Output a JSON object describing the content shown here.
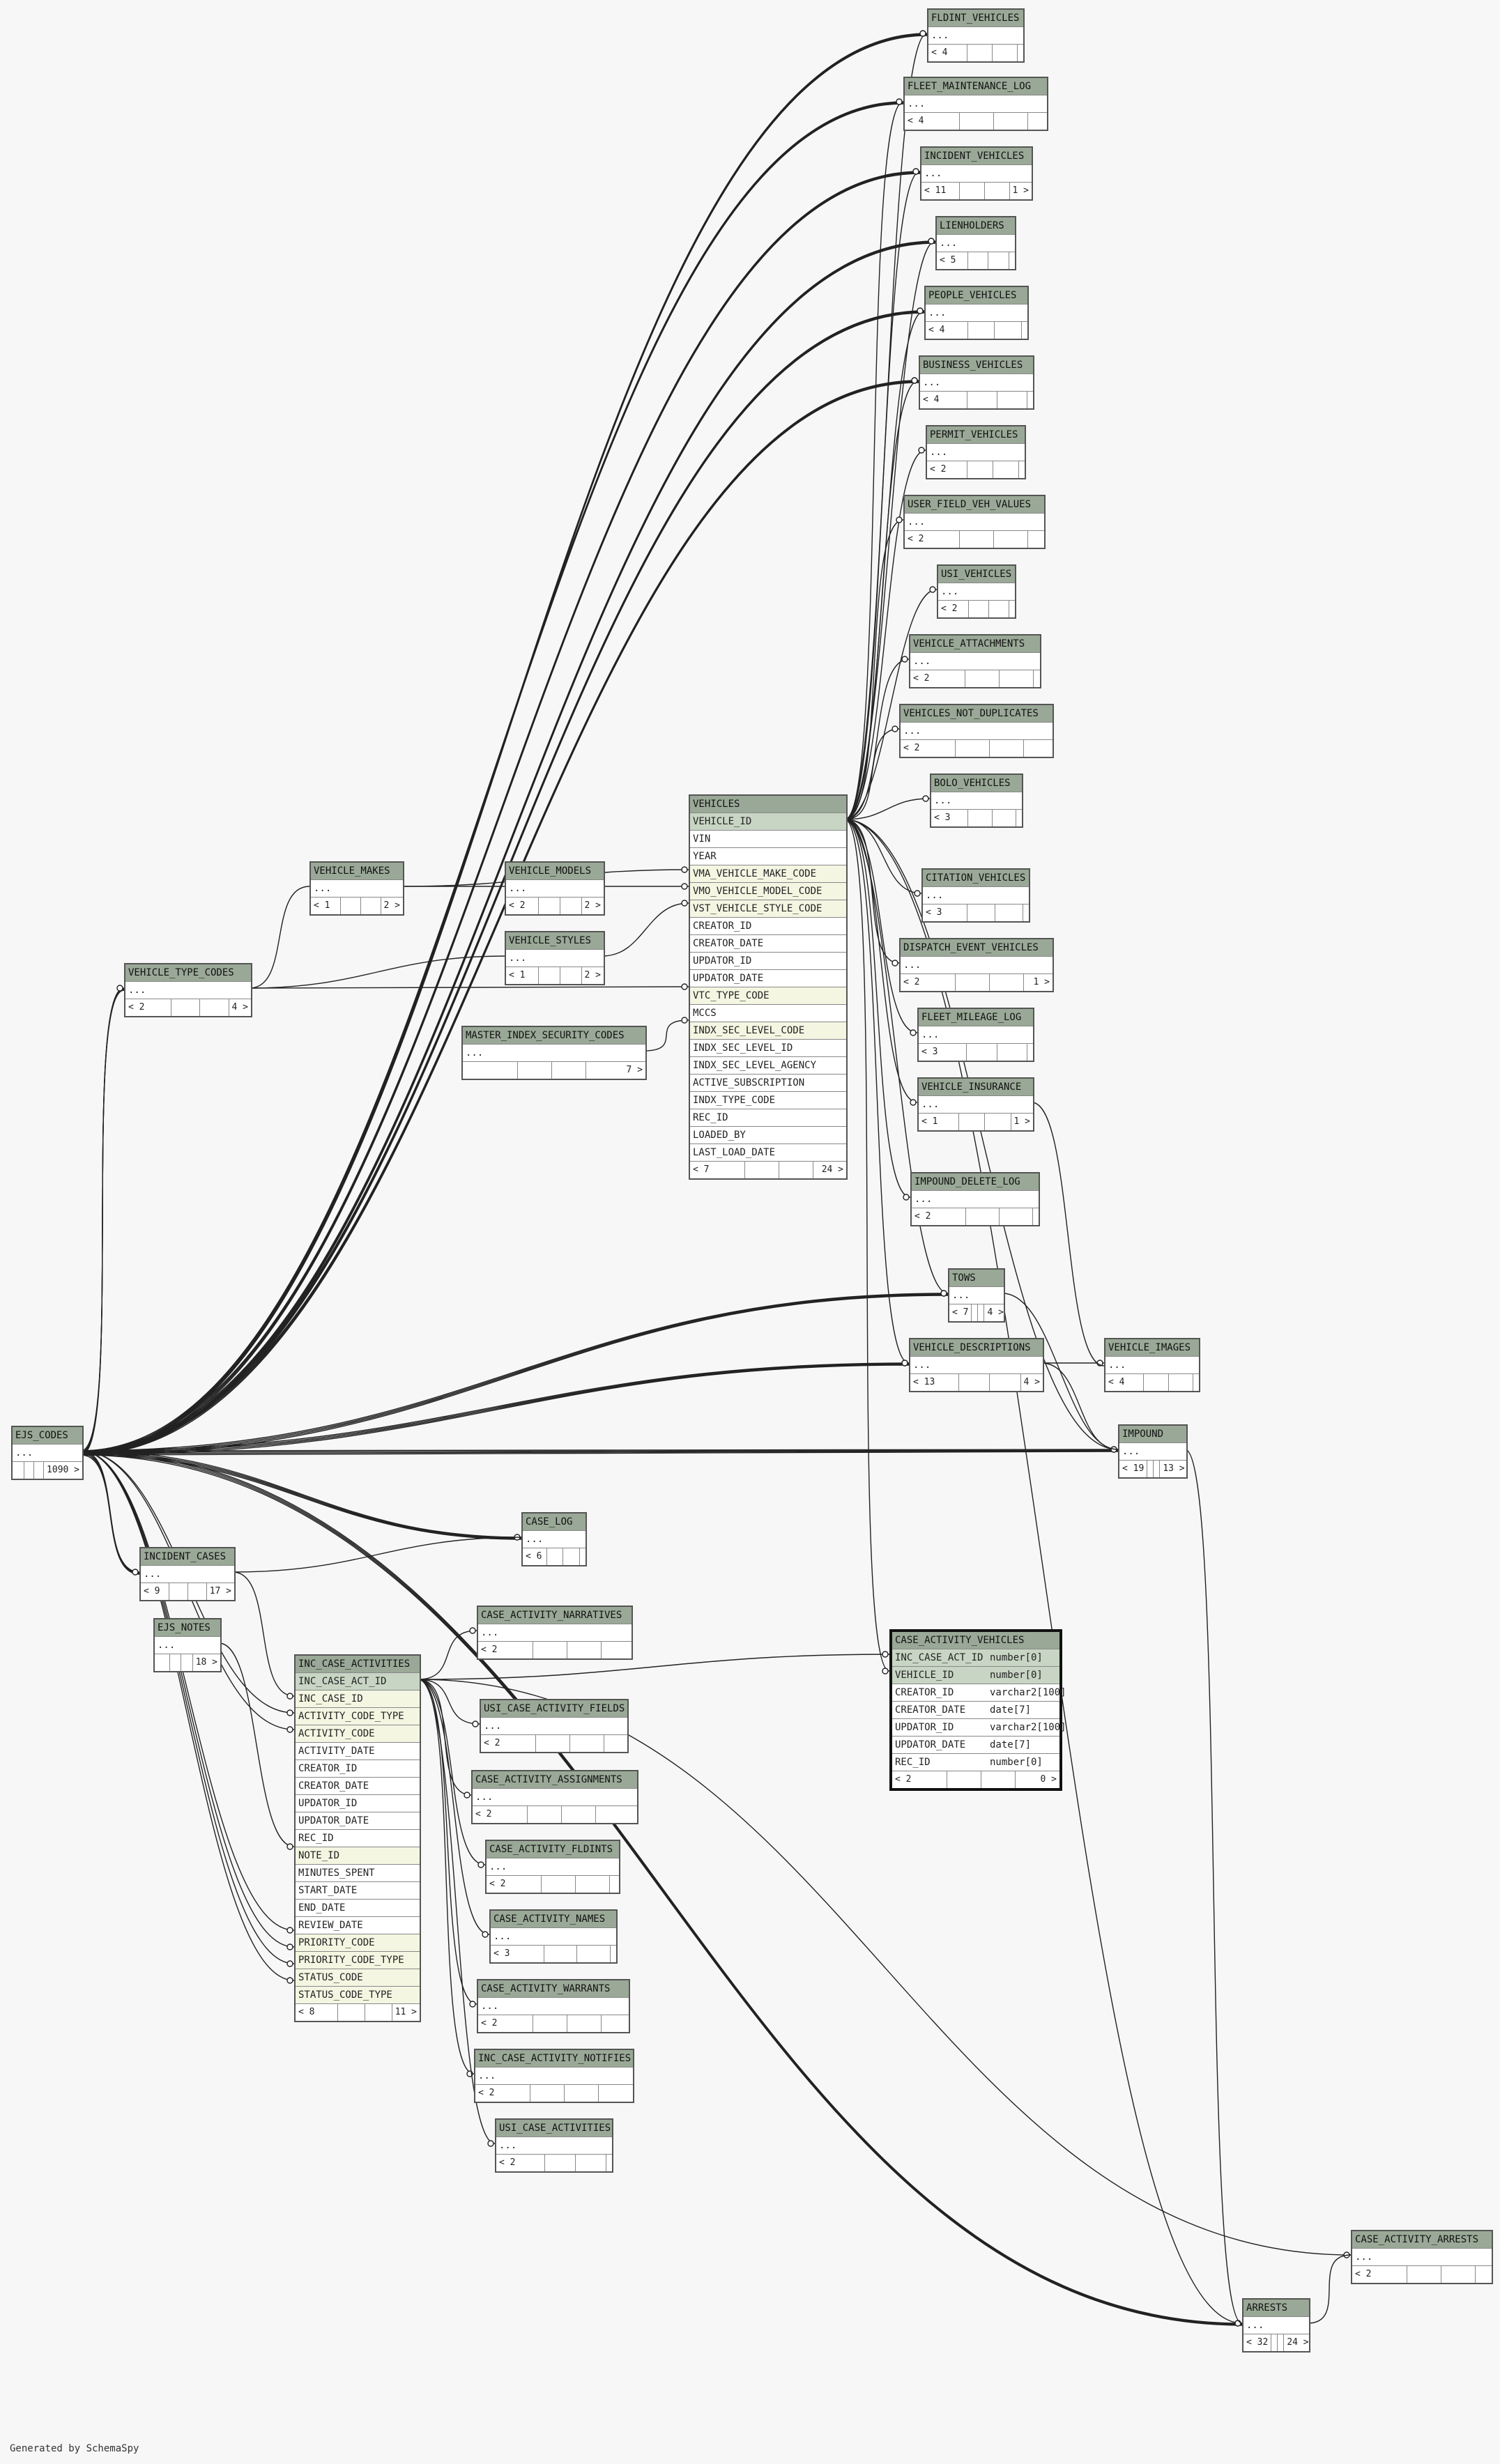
{
  "generated_by": "Generated by SchemaSpy",
  "tables": [
    {
      "id": "FLDINT_VEHICLES",
      "name": "FLDINT_VEHICLES",
      "rows": [
        "..."
      ],
      "left": "< 4",
      "right": ""
    },
    {
      "id": "FLEET_MAINTENANCE_LOG",
      "name": "FLEET_MAINTENANCE_LOG",
      "rows": [
        "..."
      ],
      "left": "< 4",
      "right": ""
    },
    {
      "id": "INCIDENT_VEHICLES",
      "name": "INCIDENT_VEHICLES",
      "rows": [
        "..."
      ],
      "left": "< 11",
      "right": "1 >"
    },
    {
      "id": "LIENHOLDERS",
      "name": "LIENHOLDERS",
      "rows": [
        "..."
      ],
      "left": "< 5",
      "right": ""
    },
    {
      "id": "PEOPLE_VEHICLES",
      "name": "PEOPLE_VEHICLES",
      "rows": [
        "..."
      ],
      "left": "< 4",
      "right": ""
    },
    {
      "id": "BUSINESS_VEHICLES",
      "name": "BUSINESS_VEHICLES",
      "rows": [
        "..."
      ],
      "left": "< 4",
      "right": ""
    },
    {
      "id": "PERMIT_VEHICLES",
      "name": "PERMIT_VEHICLES",
      "rows": [
        "..."
      ],
      "left": "< 2",
      "right": ""
    },
    {
      "id": "USER_FIELD_VEH_VALUES",
      "name": "USER_FIELD_VEH_VALUES",
      "rows": [
        "..."
      ],
      "left": "< 2",
      "right": ""
    },
    {
      "id": "USI_VEHICLES",
      "name": "USI_VEHICLES",
      "rows": [
        "..."
      ],
      "left": "< 2",
      "right": ""
    },
    {
      "id": "VEHICLE_ATTACHMENTS",
      "name": "VEHICLE_ATTACHMENTS",
      "rows": [
        "..."
      ],
      "left": "< 2",
      "right": ""
    },
    {
      "id": "VEHICLES_NOT_DUPLICATES",
      "name": "VEHICLES_NOT_DUPLICATES",
      "rows": [
        "..."
      ],
      "left": "< 2",
      "right": ""
    },
    {
      "id": "BOLO_VEHICLES",
      "name": "BOLO_VEHICLES",
      "rows": [
        "..."
      ],
      "left": "< 3",
      "right": ""
    },
    {
      "id": "VEHICLES",
      "name": "VEHICLES",
      "rows": [
        "VEHICLE_ID",
        "VIN",
        "YEAR",
        "VMA_VEHICLE_MAKE_CODE",
        "VMO_VEHICLE_MODEL_CODE",
        "VST_VEHICLE_STYLE_CODE",
        "CREATOR_ID",
        "CREATOR_DATE",
        "UPDATOR_ID",
        "UPDATOR_DATE",
        "VTC_TYPE_CODE",
        "MCCS",
        "INDX_SEC_LEVEL_CODE",
        "INDX_SEC_LEVEL_ID",
        "INDX_SEC_LEVEL_AGENCY",
        "ACTIVE_SUBSCRIPTION",
        "INDX_TYPE_CODE",
        "REC_ID",
        "LOADED_BY",
        "LAST_LOAD_DATE"
      ],
      "left": "< 7",
      "right": "24 >"
    },
    {
      "id": "CITATION_VEHICLES",
      "name": "CITATION_VEHICLES",
      "rows": [
        "..."
      ],
      "left": "< 3",
      "right": ""
    },
    {
      "id": "DISPATCH_EVENT_VEHICLES",
      "name": "DISPATCH_EVENT_VEHICLES",
      "rows": [
        "..."
      ],
      "left": "< 2",
      "right": "1 >"
    },
    {
      "id": "FLEET_MILEAGE_LOG",
      "name": "FLEET_MILEAGE_LOG",
      "rows": [
        "..."
      ],
      "left": "< 3",
      "right": ""
    },
    {
      "id": "VEHICLE_INSURANCE",
      "name": "VEHICLE_INSURANCE",
      "rows": [
        "..."
      ],
      "left": "< 1",
      "right": "1 >"
    },
    {
      "id": "IMPOUND_DELETE_LOG",
      "name": "IMPOUND_DELETE_LOG",
      "rows": [
        "..."
      ],
      "left": "< 2",
      "right": ""
    },
    {
      "id": "TOWS",
      "name": "TOWS",
      "rows": [
        "..."
      ],
      "left": "< 7",
      "right": "4 >"
    },
    {
      "id": "VEHICLE_DESCRIPTIONS",
      "name": "VEHICLE_DESCRIPTIONS",
      "rows": [
        "..."
      ],
      "left": "< 13",
      "right": "4 >"
    },
    {
      "id": "VEHICLE_IMAGES",
      "name": "VEHICLE_IMAGES",
      "rows": [
        "..."
      ],
      "left": "< 4",
      "right": ""
    },
    {
      "id": "IMPOUND",
      "name": "IMPOUND",
      "rows": [
        "..."
      ],
      "left": "< 19",
      "right": "13 >"
    },
    {
      "id": "VEHICLE_MAKES",
      "name": "VEHICLE_MAKES",
      "rows": [
        "..."
      ],
      "left": "< 1",
      "right": "2 >"
    },
    {
      "id": "VEHICLE_MODELS",
      "name": "VEHICLE_MODELS",
      "rows": [
        "..."
      ],
      "left": "< 2",
      "right": "2 >"
    },
    {
      "id": "VEHICLE_STYLES",
      "name": "VEHICLE_STYLES",
      "rows": [
        "..."
      ],
      "left": "< 1",
      "right": "2 >"
    },
    {
      "id": "VEHICLE_TYPE_CODES",
      "name": "VEHICLE_TYPE_CODES",
      "rows": [
        "..."
      ],
      "left": "< 2",
      "right": "4 >"
    },
    {
      "id": "MASTER_INDEX_SECURITY_CODES",
      "name": "MASTER_INDEX_SECURITY_CODES",
      "rows": [
        "..."
      ],
      "left": "",
      "right": "7 >"
    },
    {
      "id": "EJS_CODES",
      "name": "EJS_CODES",
      "rows": [
        "..."
      ],
      "left": "",
      "right": "1090 >"
    },
    {
      "id": "CASE_LOG",
      "name": "CASE_LOG",
      "rows": [
        "..."
      ],
      "left": "< 6",
      "right": ""
    },
    {
      "id": "INCIDENT_CASES",
      "name": "INCIDENT_CASES",
      "rows": [
        "..."
      ],
      "left": "< 9",
      "right": "17 >"
    },
    {
      "id": "EJS_NOTES",
      "name": "EJS_NOTES",
      "rows": [
        "..."
      ],
      "left": "",
      "right": "18 >"
    },
    {
      "id": "CASE_ACTIVITY_NARRATIVES",
      "name": "CASE_ACTIVITY_NARRATIVES",
      "rows": [
        "..."
      ],
      "left": "< 2",
      "right": ""
    },
    {
      "id": "INC_CASE_ACTIVITIES",
      "name": "INC_CASE_ACTIVITIES",
      "rows": [
        "INC_CASE_ACT_ID",
        "INC_CASE_ID",
        "ACTIVITY_CODE_TYPE",
        "ACTIVITY_CODE",
        "ACTIVITY_DATE",
        "CREATOR_ID",
        "CREATOR_DATE",
        "UPDATOR_ID",
        "UPDATOR_DATE",
        "REC_ID",
        "NOTE_ID",
        "MINUTES_SPENT",
        "START_DATE",
        "END_DATE",
        "REVIEW_DATE",
        "PRIORITY_CODE",
        "PRIORITY_CODE_TYPE",
        "STATUS_CODE",
        "STATUS_CODE_TYPE"
      ],
      "left": "< 8",
      "right": "11 >"
    },
    {
      "id": "CASE_ACTIVITY_VEHICLES",
      "name": "CASE_ACTIVITY_VEHICLES",
      "rows": [
        "INC_CASE_ACT_ID",
        "VEHICLE_ID",
        "CREATOR_ID",
        "CREATOR_DATE",
        "UPDATOR_ID",
        "UPDATOR_DATE",
        "REC_ID"
      ],
      "types": [
        "number[0]",
        "number[0]",
        "varchar2[100]",
        "date[7]",
        "varchar2[100]",
        "date[7]",
        "number[0]"
      ],
      "left": "< 2",
      "right": "0 >"
    },
    {
      "id": "USI_CASE_ACTIVITY_FIELDS",
      "name": "USI_CASE_ACTIVITY_FIELDS",
      "rows": [
        "..."
      ],
      "left": "< 2",
      "right": ""
    },
    {
      "id": "CASE_ACTIVITY_ASSIGNMENTS",
      "name": "CASE_ACTIVITY_ASSIGNMENTS",
      "rows": [
        "..."
      ],
      "left": "< 2",
      "right": ""
    },
    {
      "id": "CASE_ACTIVITY_FLDINTS",
      "name": "CASE_ACTIVITY_FLDINTS",
      "rows": [
        "..."
      ],
      "left": "< 2",
      "right": ""
    },
    {
      "id": "CASE_ACTIVITY_NAMES",
      "name": "CASE_ACTIVITY_NAMES",
      "rows": [
        "..."
      ],
      "left": "< 3",
      "right": ""
    },
    {
      "id": "CASE_ACTIVITY_WARRANTS",
      "name": "CASE_ACTIVITY_WARRANTS",
      "rows": [
        "..."
      ],
      "left": "< 2",
      "right": ""
    },
    {
      "id": "INC_CASE_ACTIVITY_NOTIFIES",
      "name": "INC_CASE_ACTIVITY_NOTIFIES",
      "rows": [
        "..."
      ],
      "left": "< 2",
      "right": ""
    },
    {
      "id": "USI_CASE_ACTIVITIES",
      "name": "USI_CASE_ACTIVITIES",
      "rows": [
        "..."
      ],
      "left": "< 2",
      "right": ""
    },
    {
      "id": "CASE_ACTIVITY_ARRESTS",
      "name": "CASE_ACTIVITY_ARRESTS",
      "rows": [
        "..."
      ],
      "left": "< 2",
      "right": ""
    },
    {
      "id": "ARRESTS",
      "name": "ARRESTS",
      "rows": [
        "..."
      ],
      "left": "< 32",
      "right": "24 >"
    }
  ]
}
